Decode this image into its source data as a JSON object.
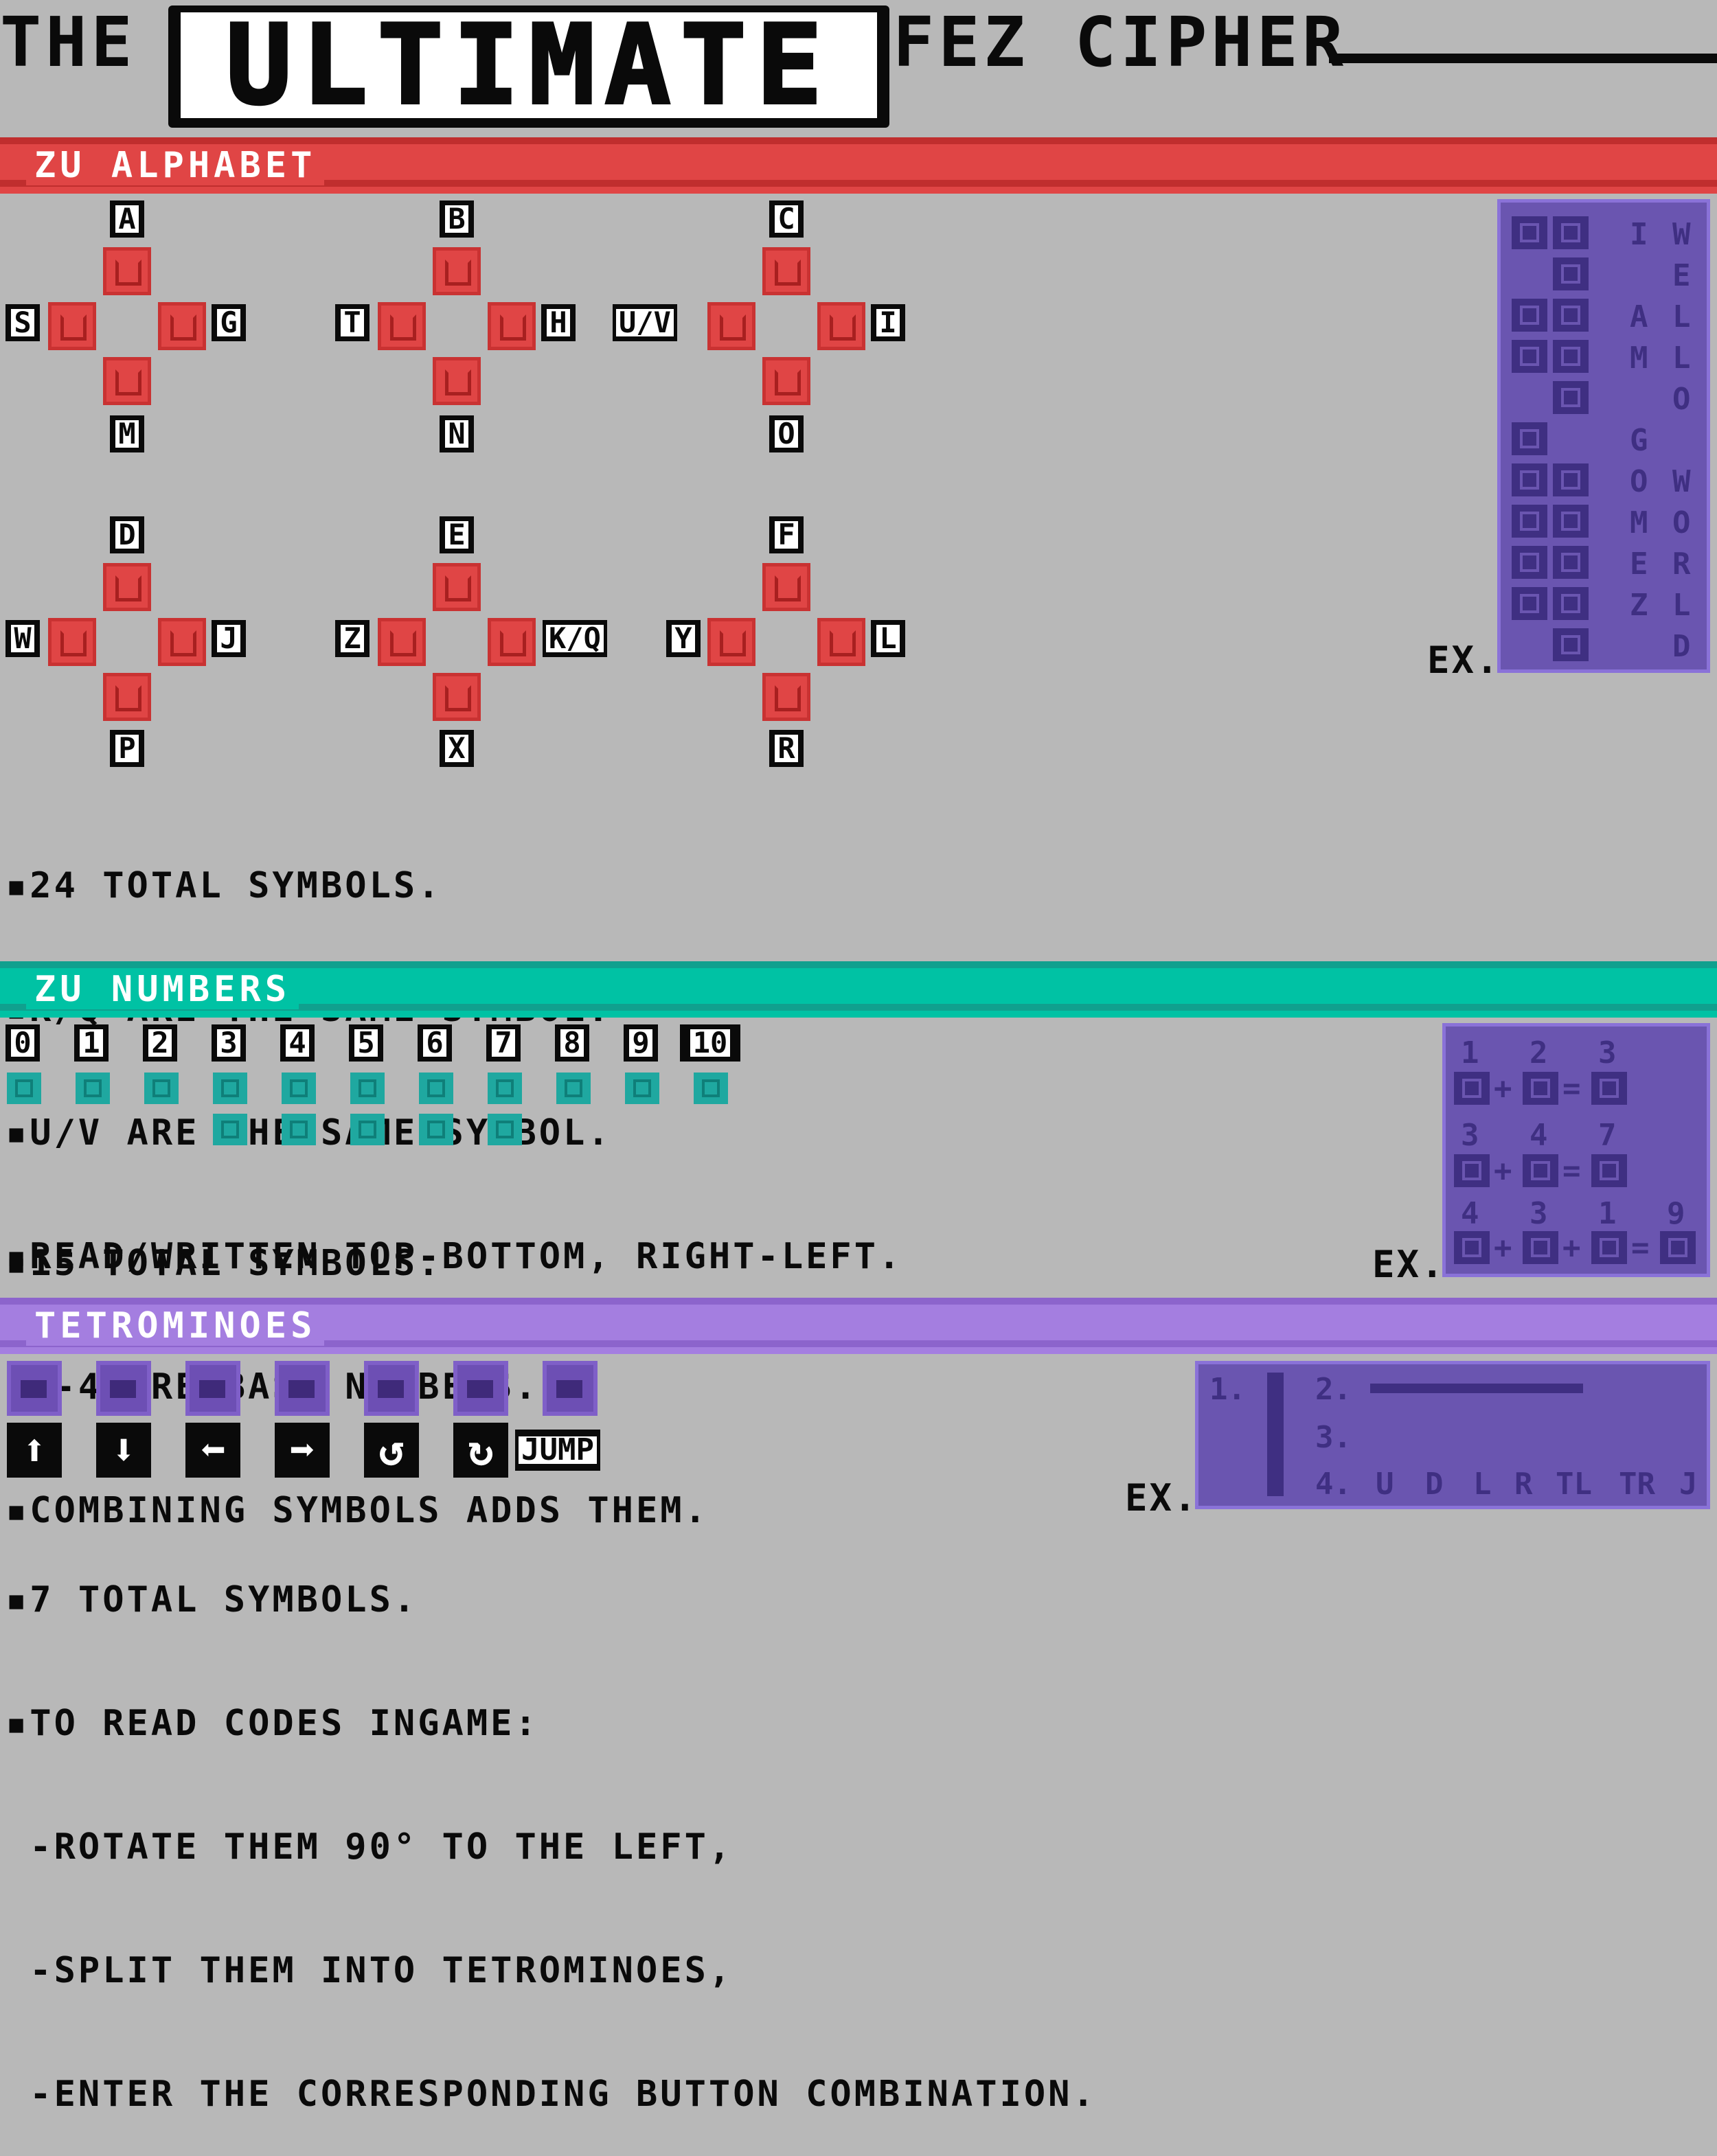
{
  "title": {
    "the": "THE",
    "ultimate": "ULTIMATE",
    "fez_cipher": "FEZ CIPHER"
  },
  "colors": {
    "red": "#e04545",
    "teal": "#00c2a4",
    "purple": "#a47ee0",
    "panel": "#6a55b0",
    "background": "#b8b8b8"
  },
  "alphabet": {
    "header": "ZU ALPHABET",
    "groups": [
      {
        "top": "A",
        "left": "S",
        "right": "G",
        "bottom": "M"
      },
      {
        "top": "B",
        "left": "T",
        "right": "H",
        "bottom": "N"
      },
      {
        "top": "C",
        "left": "U/V",
        "right": "I",
        "bottom": "O"
      },
      {
        "top": "D",
        "left": "W",
        "right": "J",
        "bottom": "P"
      },
      {
        "top": "E",
        "left": "Z",
        "right": "K/Q",
        "bottom": "X"
      },
      {
        "top": "F",
        "left": "Y",
        "right": "L",
        "bottom": "R"
      }
    ],
    "notes": [
      "▪24 TOTAL SYMBOLS.",
      "▪K/Q ARE THE SAME SYMBOL.",
      "▪U/V ARE THE SAME SYMBOL.",
      "▪READ/WRITTEN TOP-BOTTOM, RIGHT-LEFT."
    ],
    "example": {
      "label": "EX.",
      "col1": [
        "I",
        "",
        "A",
        "M",
        "",
        "G",
        "O",
        "M",
        "E",
        "Z",
        ""
      ],
      "col2": [
        "W",
        "E",
        "L",
        "L",
        "O",
        "",
        "W",
        "O",
        "R",
        "L",
        "D"
      ]
    }
  },
  "numbers": {
    "header": "ZU NUMBERS",
    "digits": [
      "0",
      "1",
      "2",
      "3",
      "4",
      "5",
      "6",
      "7",
      "8",
      "9",
      "10"
    ],
    "notes": [
      "▪15 TOTAL SYMBOLS.",
      "▪1-4 ARE BASE NUMBERS.",
      "▪COMBINING SYMBOLS ADDS THEM."
    ],
    "example": {
      "label": "EX.",
      "row1": [
        "1",
        "2",
        "3"
      ],
      "row2": [
        "3",
        "4",
        "7"
      ],
      "row3": [
        "4",
        "3",
        "1",
        "9"
      ],
      "plus": "+",
      "equals": "="
    }
  },
  "tetrominoes": {
    "header": "TETROMINOES",
    "buttons": [
      {
        "name": "up-arrow-icon",
        "glyph": "⬆"
      },
      {
        "name": "down-arrow-icon",
        "glyph": "⬇"
      },
      {
        "name": "left-arrow-icon",
        "glyph": "⬅"
      },
      {
        "name": "right-arrow-icon",
        "glyph": "➡"
      },
      {
        "name": "rotate-left-icon",
        "glyph": "↺"
      },
      {
        "name": "rotate-right-icon",
        "glyph": "↻"
      }
    ],
    "jump_label": "JUMP",
    "notes": [
      "▪7 TOTAL SYMBOLS.",
      "▪TO READ CODES INGAME:",
      " -ROTATE THEM 90° TO THE LEFT,",
      " -SPLIT THEM INTO TETROMINOES,",
      " -ENTER THE CORRESPONDING BUTTON COMBINATION."
    ],
    "example": {
      "label": "EX.",
      "step1": "1.",
      "step2": "2.",
      "step3": "3.",
      "step4": "4.",
      "sequence": [
        "U",
        "D",
        "L",
        "R",
        "TL",
        "TR",
        "J"
      ]
    }
  }
}
